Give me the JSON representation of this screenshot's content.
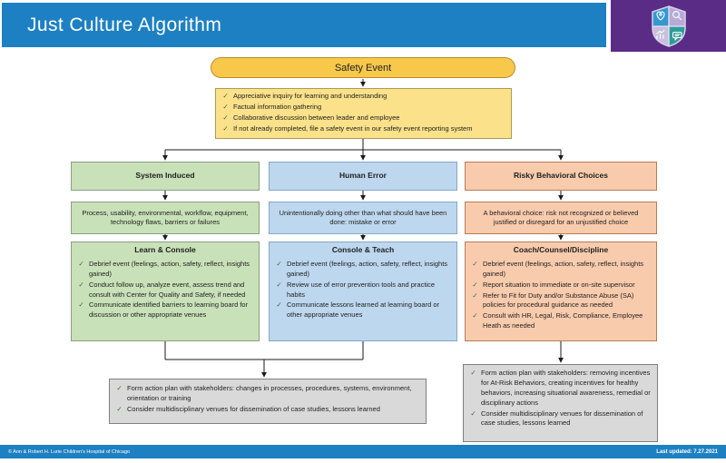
{
  "header": {
    "title": "Just Culture Algorithm"
  },
  "icons": {
    "check": "✓"
  },
  "colors": {
    "header_blue": "#1d80c3",
    "logo_purple": "#5b2c86",
    "gold": "#f8c84a",
    "light_gold": "#fbe189",
    "green": "#c9e1b8",
    "blue": "#bdd7ee",
    "orange": "#f8cbad",
    "gray": "#d9d9d9"
  },
  "flow": {
    "start_label": "Safety Event",
    "intake_items": [
      "Appreciative inquiry for learning and understanding",
      "Factual information gathering",
      "Collaborative discussion between leader and employee",
      "If not already completed, file a safety event in our safety event reporting system"
    ],
    "columns": [
      {
        "header": "System Induced",
        "description": "Process, usability, environmental, workflow, equipment, technology flaws, barriers or failures",
        "action_title": "Learn & Console",
        "action_items": [
          "Debrief event (feelings, action, safety, reflect, insights gained)",
          "Conduct follow up, analyze event, assess trend and consult with Center for Quality and Safety, if needed",
          "Communicate identified barriers to learning board for discussion or other appropriate venues"
        ]
      },
      {
        "header": "Human Error",
        "description": "Unintentionally doing other than what should have been done: mistake or error",
        "action_title": "Console & Teach",
        "action_items": [
          "Debrief event (feelings, action, safety, reflect, insights gained)",
          "Review use of error prevention tools and practice habits",
          "Communicate lessons learned at learning board or other appropriate venues"
        ]
      },
      {
        "header": "Risky Behavioral Choices",
        "description": "A behavioral choice: risk not recognized or believed justified or disregard for an unjustified choice",
        "action_title": "Coach/Counsel/Discipline",
        "action_items": [
          "Debrief event (feelings, action, safety, reflect, insights gained)",
          "Report situation to immediate or on-site supervisor",
          "Refer to Fit for Duty and/or Substance Abuse (SA) policies for procedural guidance as needed",
          "Consult with HR, Legal, Risk, Compliance, Employee Heath as needed"
        ]
      }
    ],
    "outcomes": [
      {
        "items": [
          "Form action plan with stakeholders: changes in processes, procedures, systems, environment, orientation or training",
          "Consider multidisciplinary venues for dissemination of case studies, lessons learned"
        ]
      },
      {
        "items": [
          "Form action plan with stakeholders: removing incentives for At-Risk Behaviors, creating incentives for healthy behaviors, increasing situational awareness, remedial or disciplinary actions",
          "Consider multidisciplinary venues for dissemination of case studies, lessons learned"
        ]
      }
    ]
  },
  "footer": {
    "copyright": "© Ann & Robert H. Lurie Children's Hospital of Chicago",
    "last_updated": "Last updated: 7.27.2021"
  }
}
